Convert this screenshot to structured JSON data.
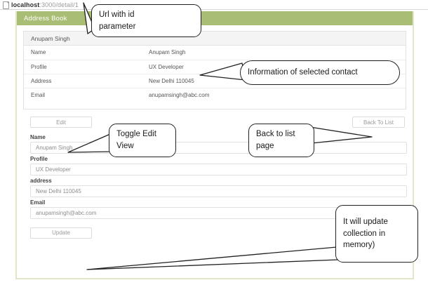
{
  "browser": {
    "icon": "document-icon",
    "url_host": "localhost",
    "url_path": ":3000/detail/1"
  },
  "app": {
    "header_title": "Address Book",
    "panel_title": "Anupam Singh",
    "detail_rows": [
      {
        "label": "Name",
        "value": "Anupam Singh"
      },
      {
        "label": "Profile",
        "value": "UX Developer"
      },
      {
        "label": "Address",
        "value": "New Delhi 110045"
      },
      {
        "label": "Email",
        "value": "anupamsingh@abc.com"
      }
    ],
    "buttons": {
      "edit": "Edit",
      "back_to_list": "Back To List",
      "update": "Update"
    },
    "form": {
      "fields": [
        {
          "label": "Name",
          "value": "Anupam Singh"
        },
        {
          "label": "Profile",
          "value": "UX Developer"
        },
        {
          "label": "address",
          "value": "New Delhi 110045"
        },
        {
          "label": "Email",
          "value": "anupamsingh@abc.com"
        }
      ]
    }
  },
  "annotations": [
    {
      "line1": "Url with id",
      "line2": "parameter"
    },
    {
      "line1": "Information of selected contact",
      "line2": ""
    },
    {
      "line1": "Toggle Edit",
      "line2": "View"
    },
    {
      "line1": "Back to list",
      "line2": "page"
    },
    {
      "line1": "It will update",
      "line2": "collection in",
      "line3": "memory)"
    }
  ],
  "colors": {
    "header_green": "#a9bd74",
    "page_border": "#dfe7c7",
    "panel_head": "#f4f4f4"
  }
}
